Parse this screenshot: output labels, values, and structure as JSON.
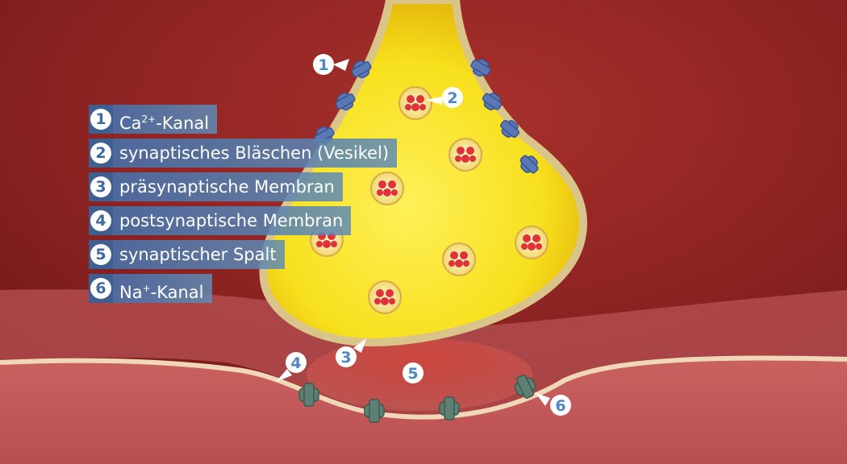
{
  "legend": [
    {
      "num": "1",
      "pre": "Ca",
      "sup": "2+",
      "post": "-Kanal"
    },
    {
      "num": "2",
      "pre": "synaptisches Bläschen (Vesikel)",
      "sup": "",
      "post": ""
    },
    {
      "num": "3",
      "pre": "präsynaptische Membran",
      "sup": "",
      "post": ""
    },
    {
      "num": "4",
      "pre": "postsynaptische Membran",
      "sup": "",
      "post": ""
    },
    {
      "num": "5",
      "pre": "synaptischer Spalt",
      "sup": "",
      "post": ""
    },
    {
      "num": "6",
      "pre": "Na",
      "sup": "+",
      "post": "-Kanal"
    }
  ],
  "markers": {
    "m1": "1",
    "m2": "2",
    "m3": "3",
    "m4": "4",
    "m5": "5",
    "m6": "6"
  },
  "colors": {
    "background": "#8e2323",
    "terminal_fill": "#f5e31a",
    "membrane": "#d8c58a",
    "post_tissue": "#c25a5a",
    "ca_channel": "#5a78b5",
    "na_channel": "#5e8074",
    "vesicle_content": "#e0323c",
    "legend_number_bg": "#3f5f90",
    "marker_text": "#4f86c6"
  }
}
